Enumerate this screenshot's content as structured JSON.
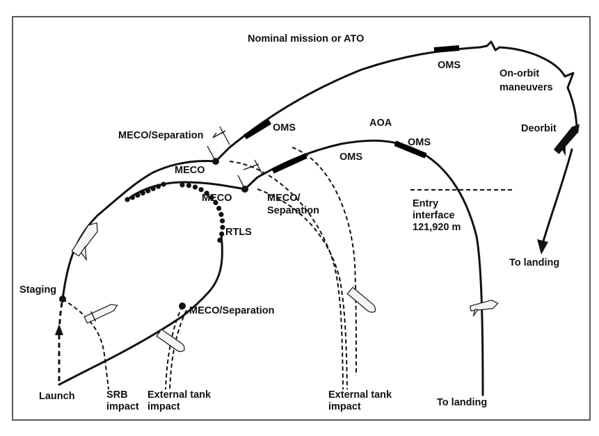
{
  "labels": {
    "nominal": "Nominal mission or ATO",
    "oms_top": "OMS",
    "on_orbit": [
      "On-orbit",
      "maneuvers"
    ],
    "deorbit": "Deorbit",
    "to_landing_right": "To landing",
    "meco_sep_top": "MECO/Separation",
    "oms_mid": "OMS",
    "aoa": "AOA",
    "oms_aoa_1": "OMS",
    "oms_aoa_2": "OMS",
    "meco_1": "MECO",
    "meco_2": "MECO",
    "meco_sep_mid": [
      "MECO/",
      "Separation"
    ],
    "entry_interface": [
      "Entry",
      "interface",
      "121,920 m"
    ],
    "rtls": "RTLS",
    "staging": "Staging",
    "meco_sep_low": "MECO/Separation",
    "launch": "Launch",
    "srb_impact": [
      "SRB",
      "impact"
    ],
    "external_tank_left": [
      "External tank",
      "impact"
    ],
    "external_tank_right": [
      "External tank",
      "impact"
    ],
    "to_landing_bottom": "To landing"
  }
}
